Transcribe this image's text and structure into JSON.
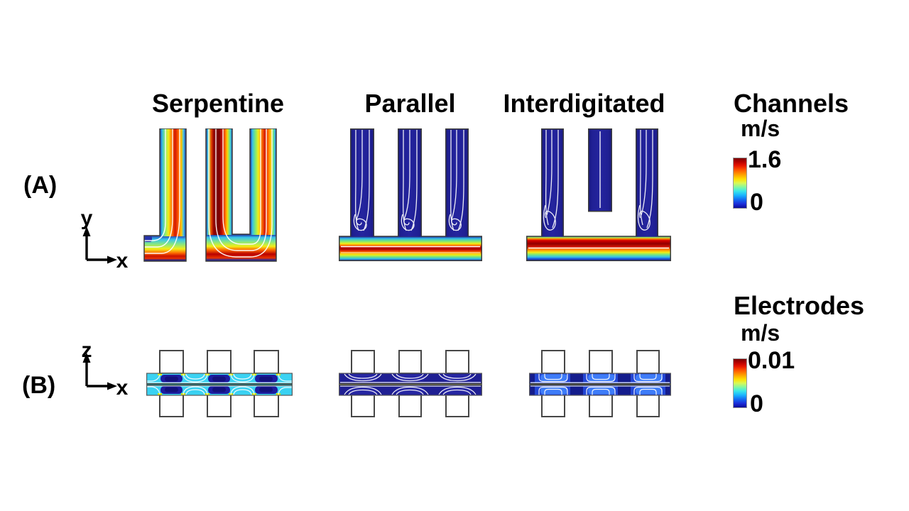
{
  "figure": {
    "column_titles": [
      "Serpentine",
      "Parallel",
      "Interdigitated"
    ],
    "panel_a": {
      "label": "(A)",
      "axis_vertical": "y",
      "axis_horizontal": "x"
    },
    "panel_b": {
      "label": "(B)",
      "axis_vertical": "z",
      "axis_horizontal": "x"
    },
    "colorbar_channels": {
      "title": "Channels",
      "unit": "m/s",
      "max": "1.6",
      "min": "0"
    },
    "colorbar_electrodes": {
      "title": "Electrodes",
      "unit": "m/s",
      "max": "0.01",
      "min": "0"
    },
    "colormap": {
      "name": "jet",
      "high": "#7a0000",
      "low": "#0c0c96"
    }
  }
}
